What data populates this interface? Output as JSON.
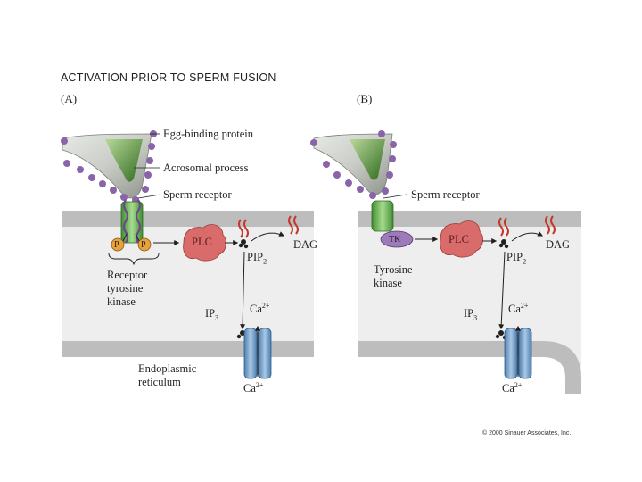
{
  "figure": {
    "title": "ACTIVATION PRIOR TO SPERM FUSION",
    "copyright": "© 2000 Sinauer Associates, Inc."
  },
  "panel_a": {
    "label": "(A)",
    "egg_binding_protein": "Egg-binding protein",
    "acrosomal_process": "Acrosomal process",
    "sperm_receptor": "Sperm receptor",
    "phospho_1": "P",
    "phospho_2": "P",
    "plc": "PLC",
    "dag": "DAG",
    "pip2": "PIP",
    "pip2_sub": "2",
    "receptor_line1": "Receptor",
    "receptor_line2": "tyrosine",
    "receptor_line3": "kinase",
    "ip3": "IP",
    "ip3_sub": "3",
    "ca_top": "Ca",
    "ca_top_sup": "2+",
    "er_line1": "Endoplasmic",
    "er_line2": "reticulum",
    "ca_bottom": "Ca",
    "ca_bottom_sup": "2+"
  },
  "panel_b": {
    "label": "(B)",
    "sperm_receptor": "Sperm receptor",
    "tk": "TK",
    "plc": "PLC",
    "dag": "DAG",
    "pip2": "PIP",
    "pip2_sub": "2",
    "tyrosine_line1": "Tyrosine",
    "tyrosine_line2": "kinase",
    "ip3": "IP",
    "ip3_sub": "3",
    "ca_top": "Ca",
    "ca_top_sup": "2+",
    "ca_bottom": "Ca",
    "ca_bottom_sup": "2+"
  },
  "colors": {
    "membrane": "#bdbdbd",
    "cytoplasm": "#eeeeee",
    "sperm_green": "#4c8a2e",
    "egg_binding_purple": "#8a64a8",
    "plc_red": "#d96b6b",
    "channel_blue": "#6f9fcc",
    "receptor_green": "#6fbf5a",
    "tk_purple": "#9d7ab8",
    "phospho_orange": "#e8a23c"
  }
}
